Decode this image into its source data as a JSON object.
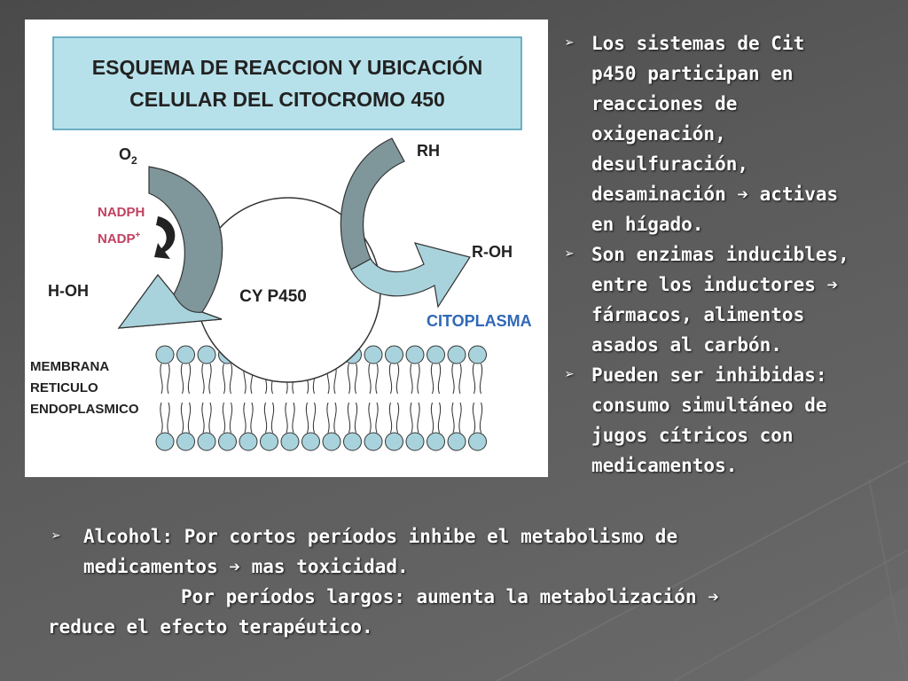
{
  "figure": {
    "title_line1": "ESQUEMA  DE REACCION   Y UBICACIÓN",
    "title_line2": "CELULAR DEL CITOCROMO  450",
    "o2": "O",
    "o2_sub": "2",
    "rh": "RH",
    "nadph": "NADPH",
    "nadp": "NADP",
    "nadp_sup": "+",
    "hoh": "H-OH",
    "roh": "R-OH",
    "enzyme": "CY P450",
    "citoplasma": "CITOPLASMA",
    "membrana": "MEMBRANA",
    "reticulo": "RETICULO",
    "endoplasmico": "ENDOPLASMICO",
    "colors": {
      "title_box": "#b7e1ea",
      "title_border": "#4a9ab5",
      "arrow_dark": "#7f969a",
      "arrow_light": "#a9d3dc",
      "nadph_text": "#c0415e",
      "citoplasma_text": "#2f68b7"
    }
  },
  "right_bullets": [
    {
      "lines": [
        "Los sistemas de Cit",
        "p450 participan en",
        "reacciones de",
        "oxigenación,",
        "desulfuración,",
        "desaminación ➔ activas",
        "en hígado."
      ]
    },
    {
      "lines": [
        "Son enzimas inducibles,",
        "entre los inductores ➔",
        "fármacos, alimentos",
        "asados al carbón."
      ]
    },
    {
      "lines": [
        "Pueden ser inhibidas:",
        "consumo simultáneo de",
        "jugos cítricos con",
        "medicamentos."
      ]
    }
  ],
  "bottom": {
    "line1": "Alcohol: Por cortos períodos inhibe el metabolismo de",
    "line2": "medicamentos ➔ mas toxicidad.",
    "line3": "Por períodos largos: aumenta la metabolización ➔",
    "line4": "reduce el efecto terapéutico."
  },
  "bullet_icon": "arrow-bullet-icon",
  "bullet_glyph": "➢"
}
